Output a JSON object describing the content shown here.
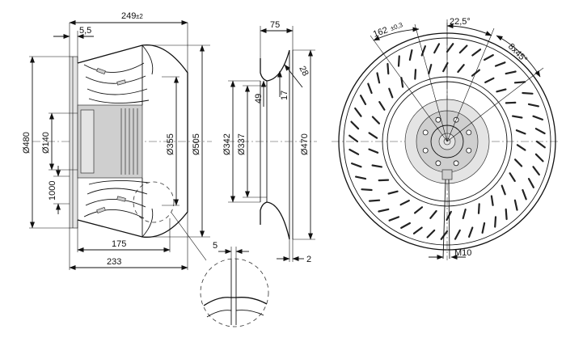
{
  "side_view": {
    "dim_overall_depth": "249",
    "dim_overall_depth_tol": "±2",
    "dim_flange_thickness": "5,5",
    "dim_outer_diameter": "Ø480",
    "dim_hub_diameter": "Ø140",
    "dim_cable_length": "1000",
    "dim_inlet_diameter": "Ø355",
    "dim_wheel_diameter": "Ø505",
    "dim_base_depth": "175",
    "dim_total_depth": "233"
  },
  "nozzle_view": {
    "dim_depth": "75",
    "dim_radius": "28",
    "dim_inner_diameter": "Ø342",
    "dim_throat_diameter": "Ø337",
    "dim_lip": "49",
    "dim_lip_2": "17",
    "dim_outer_diameter": "Ø470",
    "dim_wall": "2"
  },
  "detail_view": {
    "dim_gap": "5"
  },
  "front_view": {
    "dim_bolt_circle": "162",
    "dim_bolt_circle_tol": "±0,3",
    "dim_angle": "22,5°",
    "dim_holes": "8x45°",
    "dim_thread": "M10"
  }
}
